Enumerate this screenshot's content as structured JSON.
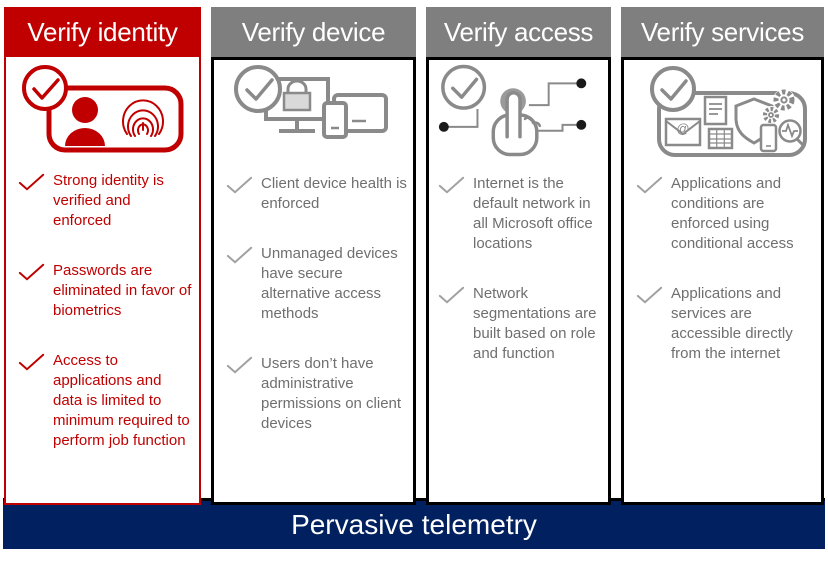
{
  "columns": [
    {
      "title": "Verify identity",
      "icon": "user-fingerprint-badge-icon",
      "items": [
        "Strong identity is verified and enforced",
        "Passwords are eliminated in favor of biometrics",
        "Access to applications and data is limited to minimum required to perform job function"
      ]
    },
    {
      "title": "Verify device",
      "icon": "devices-lock-icon",
      "items": [
        "Client device health is enforced",
        "Unmanaged devices have secure alternative access methods",
        "Users don’t have administrative permissions on client devices"
      ]
    },
    {
      "title": "Verify access",
      "icon": "touch-network-icon",
      "items": [
        "Internet is the default network in all Microsoft office locations",
        "Network segmentations are built based on role and function"
      ]
    },
    {
      "title": "Verify services",
      "icon": "app-services-shield-icon",
      "items": [
        "Applications and conditions are enforced using conditional access",
        "Applications and services are accessible directly from the internet"
      ]
    }
  ],
  "footer": {
    "label": "Pervasive telemetry"
  },
  "icons": {
    "item_marker": "checkmark-icon",
    "badge_overlay": "checkmark-circle-icon"
  },
  "colors": {
    "identity_red": "#C00000",
    "header_gray": "#7F7F7F",
    "body_text_gray": "#6F6F6F",
    "check_gray": "#A0A0A0",
    "icon_gray": "#8A8A8A",
    "telemetry_navy": "#002060",
    "border_black": "#000000"
  }
}
